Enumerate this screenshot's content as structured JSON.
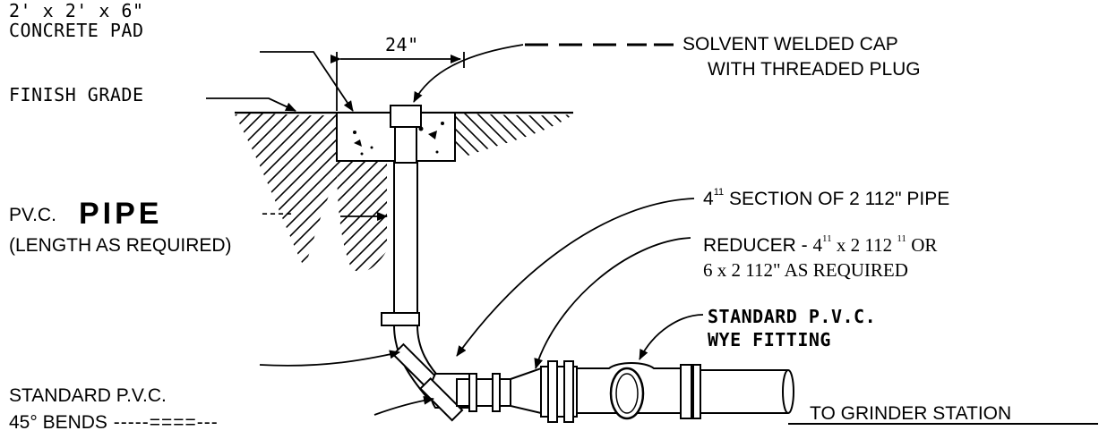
{
  "labels": {
    "pad_size": "2' x 2' x 6\"",
    "concrete_pad": "CONCRETE PAD",
    "dimension": "24\"",
    "finish_grade": "FINISH GRADE",
    "cap_line1": "SOLVENT  WELDED CAP",
    "cap_line2": "WITH THREADED PLUG",
    "pipe_prefix": "PV.C.",
    "pipe_big": "PIPE",
    "pipe_length": "(LENGTH AS REQUIRED)",
    "section_a": "4",
    "section_sup": "11",
    "section_b": " SECTION  OF  2  112\"  PIPE",
    "reducer_a": "REDUCER -  ",
    "reducer_b": "4",
    "reducer_sup1": "11",
    "reducer_c": " x  2  112 ",
    "reducer_sup2": "11",
    "reducer_d": "  OR",
    "reducer_line2": "6  x  2  112\"  AS REQUIRED",
    "wye_line1": "STANDARD P.V.C.",
    "wye_line2": "WYE FITTING",
    "bends_line1": "STANDARD P.V.C.",
    "bends_line2": "45°  BENDS",
    "grinder": "TO GRINDER  STATION"
  }
}
